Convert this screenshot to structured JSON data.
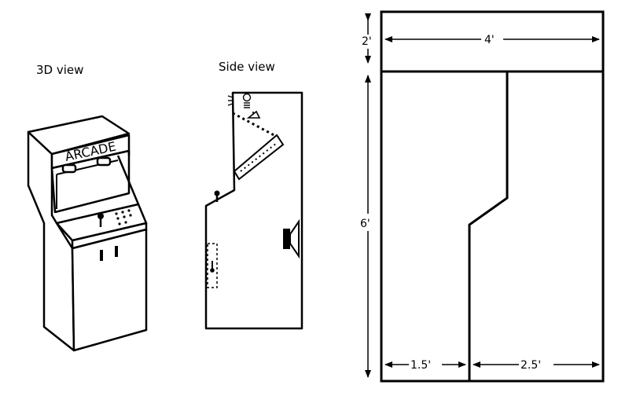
{
  "views": {
    "view_3d_label": "3D view",
    "side_view_label": "Side view"
  },
  "cabinet": {
    "marquee_text": "ARCADE"
  },
  "plan": {
    "dim_top_width": "4'",
    "dim_top_height": "2'",
    "dim_main_height": "6'",
    "dim_bottom_left": "1.5'",
    "dim_bottom_right": "2.5'"
  },
  "colors": {
    "stroke": "#000000",
    "background": "#ffffff"
  }
}
